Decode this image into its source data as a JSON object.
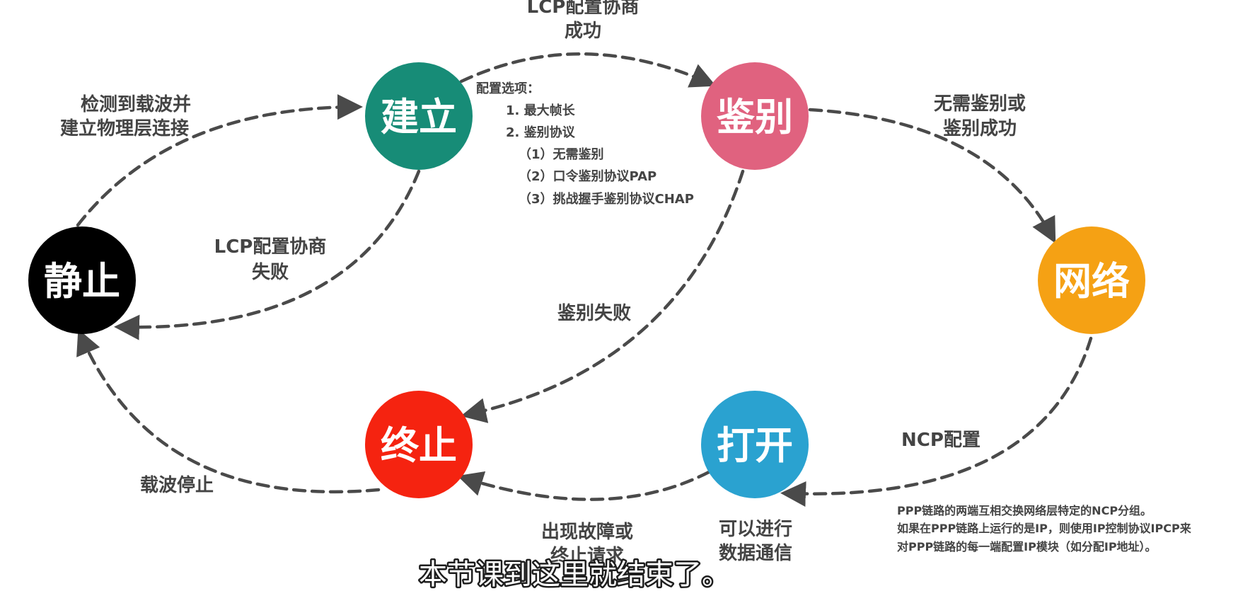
{
  "states": {
    "static": {
      "label": "静止",
      "color": "#000000"
    },
    "establish": {
      "label": "建立",
      "color": "#178c77"
    },
    "authenticate": {
      "label": "鉴别",
      "color": "#e0627f"
    },
    "network": {
      "label": "网络",
      "color": "#f5a114"
    },
    "open": {
      "label": "打开",
      "color": "#2aa2d0"
    },
    "terminate": {
      "label": "终止",
      "color": "#f52310"
    }
  },
  "transitions": {
    "carrier_detected": [
      "检测到载波并",
      "建立物理层连接"
    ],
    "lcp_success": [
      "LCP配置协商",
      "成功"
    ],
    "lcp_fail": [
      "LCP配置协商",
      "失败"
    ],
    "auth_ok": [
      "无需鉴别或",
      "鉴别成功"
    ],
    "auth_fail": [
      "鉴别失败"
    ],
    "ncp": [
      "NCP配置"
    ],
    "fault": [
      "出现故障或",
      "终止请求"
    ],
    "data_comm": [
      "可以进行",
      "数据通信"
    ],
    "carrier_stop": [
      "载波停止"
    ]
  },
  "config_options": [
    "配置选项：",
    "1. 最大帧长",
    "2. 鉴别协议",
    "（1）无需鉴别",
    "（2）口令鉴别协议PAP",
    "（3）挑战握手鉴别协议CHAP"
  ],
  "ncp_note": [
    "PPP链路的两端互相交换网络层特定的NCP分组。",
    "如果在PPP链路上运行的是IP，则使用IP控制协议IPCP来",
    "对PPP链路的每一端配置IP模块（如分配IP地址）。"
  ],
  "subtitle": "本节课到这里就结束了。"
}
